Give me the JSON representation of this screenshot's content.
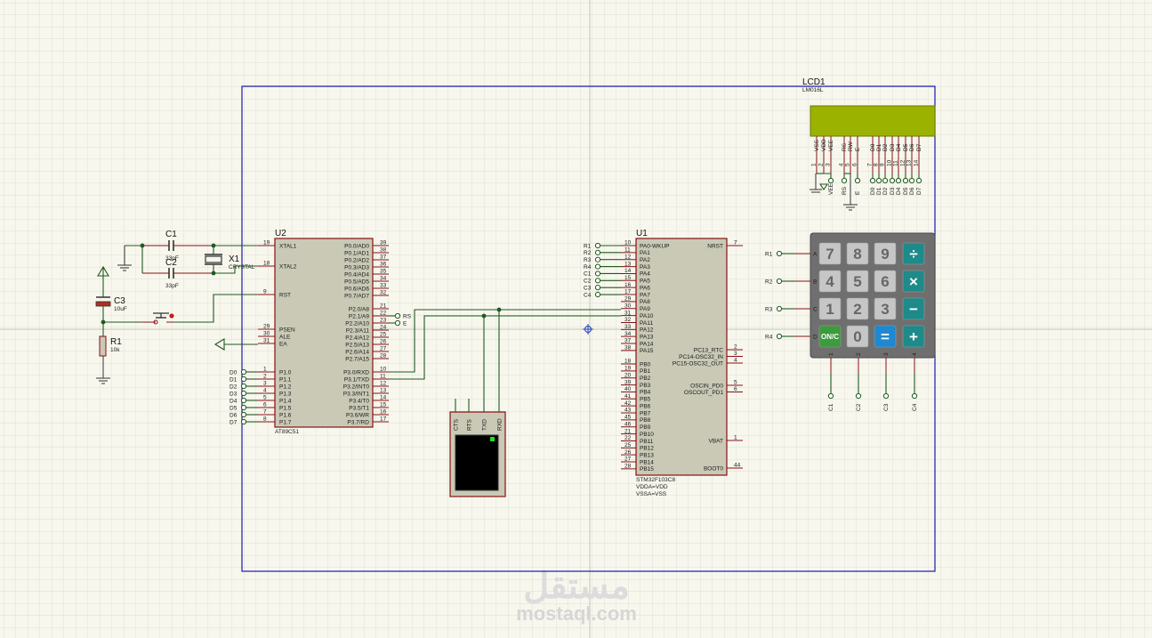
{
  "u2": {
    "ref": "U2",
    "part": "AT89C51",
    "left_pins": [
      {
        "name": "XTAL1",
        "num": "19"
      },
      {
        "name": "XTAL2",
        "num": "18"
      },
      {
        "name": "RST",
        "num": "9"
      },
      {
        "name": "PSEN",
        "num": "29"
      },
      {
        "name": "ALE",
        "num": "30"
      },
      {
        "name": "EA",
        "num": "31"
      },
      {
        "name": "P1.0",
        "num": "1"
      },
      {
        "name": "P1.1",
        "num": "2"
      },
      {
        "name": "P1.2",
        "num": "3"
      },
      {
        "name": "P1.3",
        "num": "4"
      },
      {
        "name": "P1.4",
        "num": "5"
      },
      {
        "name": "P1.5",
        "num": "6"
      },
      {
        "name": "P1.6",
        "num": "7"
      },
      {
        "name": "P1.7",
        "num": "8"
      }
    ],
    "right_pins": [
      {
        "name": "P0.0/AD0",
        "num": "39"
      },
      {
        "name": "P0.1/AD1",
        "num": "38"
      },
      {
        "name": "P0.2/AD2",
        "num": "37"
      },
      {
        "name": "P0.3/AD3",
        "num": "36"
      },
      {
        "name": "P0.4/AD4",
        "num": "35"
      },
      {
        "name": "P0.5/AD5",
        "num": "34"
      },
      {
        "name": "P0.6/AD6",
        "num": "33"
      },
      {
        "name": "P0.7/AD7",
        "num": "32"
      },
      {
        "name": "P2.0/A8",
        "num": "21"
      },
      {
        "name": "P2.1/A9",
        "num": "22"
      },
      {
        "name": "P2.2/A10",
        "num": "23"
      },
      {
        "name": "P2.3/A11",
        "num": "24"
      },
      {
        "name": "P2.4/A12",
        "num": "25"
      },
      {
        "name": "P2.5/A13",
        "num": "26"
      },
      {
        "name": "P2.6/A14",
        "num": "27"
      },
      {
        "name": "P2.7/A15",
        "num": "28"
      },
      {
        "name": "P3.0/RXD",
        "num": "10"
      },
      {
        "name": "P3.1/TXD",
        "num": "11"
      },
      {
        "name": "P3.2/INT0",
        "num": "12"
      },
      {
        "name": "P3.3/INT1",
        "num": "13"
      },
      {
        "name": "P3.4/T0",
        "num": "14"
      },
      {
        "name": "P3.5/T1",
        "num": "15"
      },
      {
        "name": "P3.6/WR",
        "num": "16"
      },
      {
        "name": "P3.7/RD",
        "num": "17"
      }
    ],
    "p1_labels": [
      "D0",
      "D1",
      "D2",
      "D3",
      "D4",
      "D5",
      "D6",
      "D7"
    ],
    "ctrl_labels": [
      "RS",
      "E"
    ]
  },
  "u1": {
    "ref": "U1",
    "part": "STM32F103C8",
    "power1": "VDDA=VDD",
    "power2": "VSSA=VSS",
    "left_pins": [
      {
        "name": "PA0-WKUP",
        "num": "10"
      },
      {
        "name": "PA1",
        "num": "11"
      },
      {
        "name": "PA2",
        "num": "12"
      },
      {
        "name": "PA3",
        "num": "13"
      },
      {
        "name": "PA4",
        "num": "14"
      },
      {
        "name": "PA5",
        "num": "15"
      },
      {
        "name": "PA6",
        "num": "16"
      },
      {
        "name": "PA7",
        "num": "17"
      },
      {
        "name": "PA8",
        "num": "29"
      },
      {
        "name": "PA9",
        "num": "30"
      },
      {
        "name": "PA10",
        "num": "31"
      },
      {
        "name": "PA11",
        "num": "32"
      },
      {
        "name": "PA12",
        "num": "33"
      },
      {
        "name": "PA13",
        "num": "34"
      },
      {
        "name": "PA14",
        "num": "37"
      },
      {
        "name": "PA15",
        "num": "38"
      },
      {
        "name": "PB0",
        "num": "18"
      },
      {
        "name": "PB1",
        "num": "19"
      },
      {
        "name": "PB2",
        "num": "20"
      },
      {
        "name": "PB3",
        "num": "39"
      },
      {
        "name": "PB4",
        "num": "40"
      },
      {
        "name": "PB5",
        "num": "41"
      },
      {
        "name": "PB6",
        "num": "42"
      },
      {
        "name": "PB7",
        "num": "43"
      },
      {
        "name": "PB8",
        "num": "45"
      },
      {
        "name": "PB9",
        "num": "46"
      },
      {
        "name": "PB10",
        "num": "21"
      },
      {
        "name": "PB11",
        "num": "22"
      },
      {
        "name": "PB12",
        "num": "25"
      },
      {
        "name": "PB13",
        "num": "26"
      },
      {
        "name": "PB14",
        "num": "27"
      },
      {
        "name": "PB15",
        "num": "28"
      }
    ],
    "right_pins": [
      {
        "name": "NRST",
        "num": "7"
      },
      {
        "name": "PC13_RTC",
        "num": "2"
      },
      {
        "name": "PC14-OSC32_IN",
        "num": "3"
      },
      {
        "name": "PC15-OSC32_OUT",
        "num": "4"
      },
      {
        "name": "OSCIN_PD0",
        "num": "5"
      },
      {
        "name": "OSCOUT_PD1",
        "num": "6"
      },
      {
        "name": "VBAT",
        "num": "1"
      },
      {
        "name": "BOOT0",
        "num": "44"
      }
    ],
    "pa_labels": [
      "R1",
      "R2",
      "R3",
      "R4",
      "C1",
      "C2",
      "C3",
      "C4"
    ]
  },
  "lcd": {
    "ref": "LCD1",
    "part": "LM016L",
    "pins": [
      "VSS",
      "VDD",
      "VEE",
      "RS",
      "RW",
      "E",
      "D0",
      "D1",
      "D2",
      "D3",
      "D4",
      "D5",
      "D6",
      "D7"
    ],
    "nums": [
      "1",
      "2",
      "3",
      "4",
      "5",
      "6",
      "7",
      "8",
      "9",
      "10",
      "11",
      "12",
      "13",
      "14"
    ],
    "labels": [
      "VEE",
      "RS",
      "E",
      "D0",
      "D1",
      "D2",
      "D3",
      "D4",
      "D5",
      "D6",
      "D7"
    ],
    "screen_color": "#9bb300"
  },
  "keypad": {
    "keys": [
      [
        "7",
        "8",
        "9",
        "÷"
      ],
      [
        "4",
        "5",
        "6",
        "×"
      ],
      [
        "1",
        "2",
        "3",
        "−"
      ],
      [
        "ON/C",
        "0",
        "=",
        "+"
      ]
    ],
    "rows": [
      "A",
      "B",
      "C",
      "D"
    ],
    "row_labels": [
      "R1",
      "R2",
      "R3",
      "R4"
    ],
    "col_nums": [
      "1",
      "2",
      "3",
      "4"
    ],
    "col_labels": [
      "C1",
      "C2",
      "C3",
      "C4"
    ]
  },
  "parts": {
    "c1": {
      "ref": "C1",
      "val": "33pF"
    },
    "c2": {
      "ref": "C2",
      "val": "33pF"
    },
    "x1": {
      "ref": "X1",
      "val": "CRYSTAL"
    },
    "c3": {
      "ref": "C3",
      "val": "10uF"
    },
    "r1": {
      "ref": "R1",
      "val": "10k"
    }
  },
  "terminal": {
    "pins": [
      "CTS",
      "RTS",
      "TXD",
      "RXD"
    ]
  },
  "watermark": {
    "arabic": "مستقل",
    "latin": "mostaql.com"
  },
  "colors": {
    "wire": "#1f5a1f",
    "pin": "#8a1010",
    "frame": "#1a1ab0",
    "chip": "#c9c9b6",
    "grid": "#d8d8cc"
  }
}
